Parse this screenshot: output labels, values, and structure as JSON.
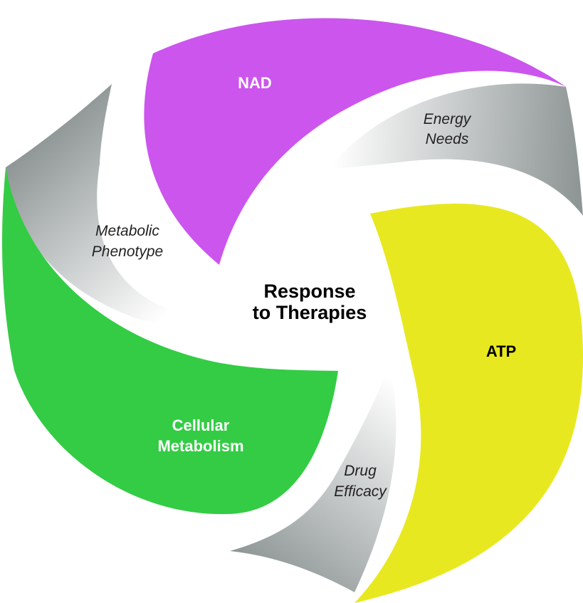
{
  "diagram": {
    "center": {
      "line1": "Response",
      "line2": "to Therapies"
    },
    "petals": [
      {
        "id": "nad",
        "label": "NAD",
        "color": "#cc55ee",
        "text_color": "#ffffff"
      },
      {
        "id": "atp",
        "label": "ATP",
        "color": "#e8e820",
        "text_color": "#000000"
      },
      {
        "id": "cellular",
        "label_line1": "Cellular",
        "label_line2": "Metabolism",
        "color": "#33cc44",
        "text_color": "#ffffff"
      }
    ],
    "bands": [
      {
        "id": "energy",
        "line1": "Energy",
        "line2": "Needs"
      },
      {
        "id": "drug",
        "line1": "Drug",
        "line2": "Efficacy"
      },
      {
        "id": "phenotype",
        "line1": "Metabolic",
        "line2": "Phenotype"
      }
    ],
    "band_gradient": {
      "light": "#ffffff",
      "dark": "#8f9696"
    }
  }
}
